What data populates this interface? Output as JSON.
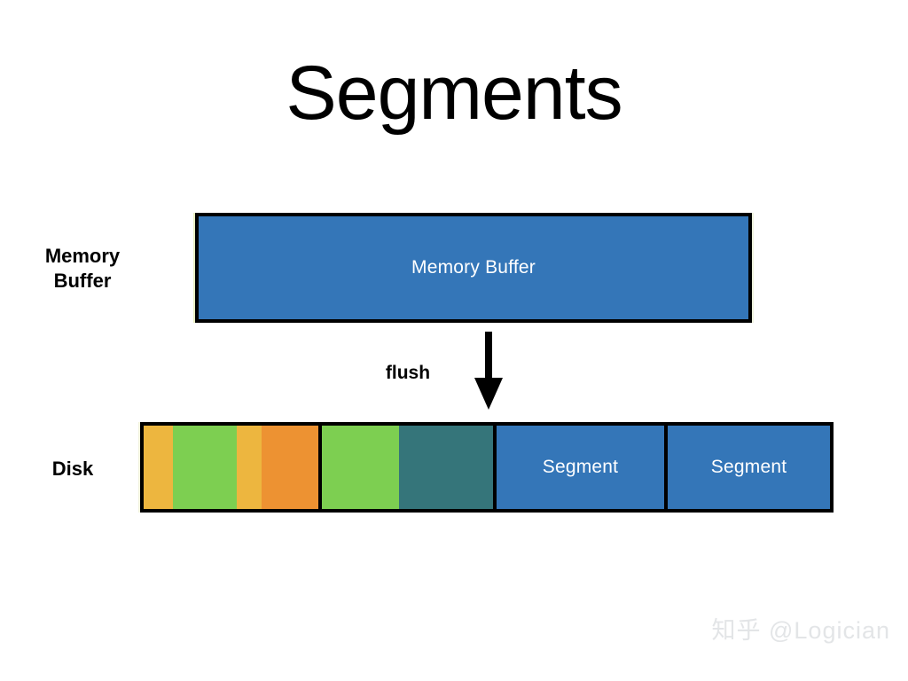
{
  "slide": {
    "title": "Segments",
    "background_color": "#ffffff"
  },
  "memory_row": {
    "label": "Memory\nBuffer",
    "label_line1": "Memory",
    "label_line2": "Buffer",
    "box_text": "Memory Buffer",
    "box_color": "#3476b8",
    "border_color": "#000000",
    "text_color": "#ffffff"
  },
  "flush": {
    "label": "flush",
    "arrow_direction": "down",
    "arrow_color": "#000000"
  },
  "disk_row": {
    "label": "Disk",
    "border_color": "#000000",
    "segments": [
      {
        "name": "segment-1",
        "label": "",
        "width_ratio": 0.2584,
        "bands": [
          {
            "color": "#edb63f",
            "width_ratio": 0.1675
          },
          {
            "color": "#7dcf51",
            "width_ratio": 0.3655
          },
          {
            "color": "#edb63f",
            "width_ratio": 0.1421
          },
          {
            "color": "#ed9232",
            "width_ratio": 0.3249
          }
        ]
      },
      {
        "name": "segment-2",
        "label": "",
        "width_ratio": 0.2533,
        "bands": [
          {
            "color": "#7dcf51",
            "width_ratio": 0.4523
          },
          {
            "color": "#35757a",
            "width_ratio": 0.5477
          }
        ]
      },
      {
        "name": "segment-3",
        "label": "Segment",
        "width_ratio": 0.2482,
        "bands": [
          {
            "color": "#3476b8",
            "width_ratio": 1
          }
        ]
      },
      {
        "name": "segment-4",
        "label": "Segment",
        "width_ratio": 0.2401,
        "bands": [
          {
            "color": "#3476b8",
            "width_ratio": 1
          }
        ]
      }
    ]
  },
  "watermark": {
    "text": "知乎 @Logician",
    "color": "#e3e5e7"
  }
}
